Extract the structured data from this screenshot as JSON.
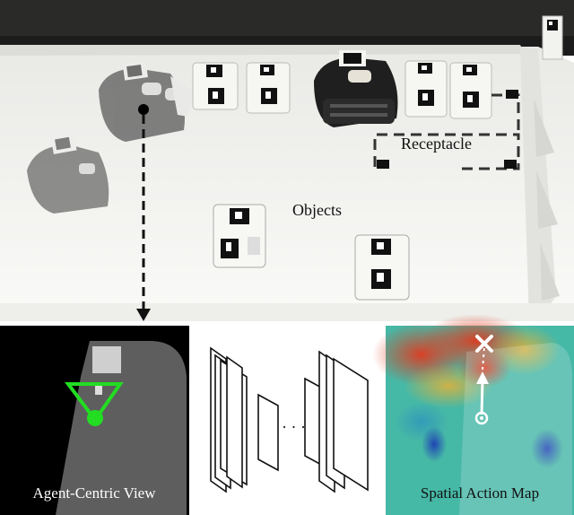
{
  "labels": {
    "receptacle": "Receptacle",
    "objects": "Objects",
    "agent_centric_view": "Agent-Centric View",
    "spatial_action_map": "Spatial Action Map",
    "ellipsis": "· · ·"
  },
  "colors": {
    "arena_floor": "#f4f4f2",
    "background_dark": "#1a1a1a",
    "view_black": "#000000",
    "view_gray": "#5a5a5a",
    "view_light": "#c8c8c8",
    "fov_green": "#22dd22",
    "heatmap_base": "#3fb3a3",
    "heatmap_hot": "#e03a20",
    "heatmap_cold": "#1d3fb5",
    "label_white": "#ffffff",
    "label_black": "#111111"
  },
  "icons": {
    "agent_marker": "black-dot-icon",
    "target_marker": "x-mark-icon",
    "start_marker": "ring-dot-icon",
    "network": "cnn-layers-icon"
  }
}
